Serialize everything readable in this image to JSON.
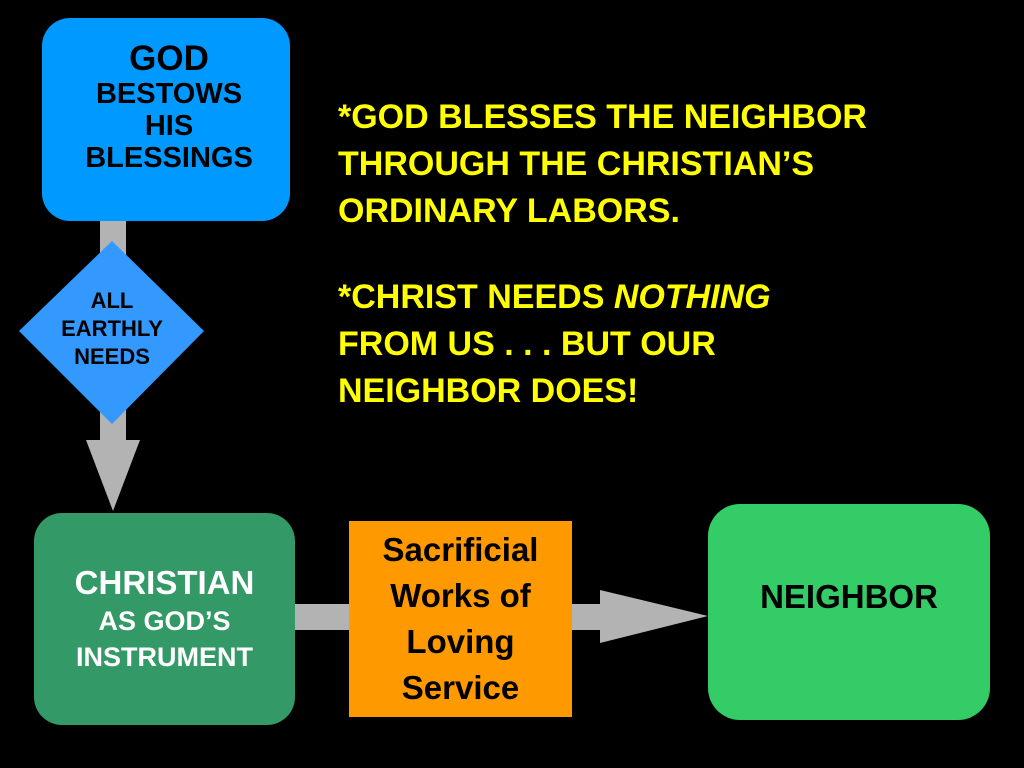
{
  "god_box": {
    "line1": "GOD",
    "line2": "BESTOWS",
    "line3": "HIS",
    "line4": "BLESSINGS",
    "color": "#0099ff"
  },
  "needs_diamond": {
    "line1": "ALL",
    "line2": "EARTHLY",
    "line3": "NEEDS",
    "color": "#3399ff"
  },
  "christian_box": {
    "line1": "CHRISTIAN",
    "line2": "AS GOD’S",
    "line3": "INSTRUMENT",
    "color": "#339966"
  },
  "sacrifice_box": {
    "line1": "Sacrificial",
    "line2": "Works of",
    "line3": "Loving",
    "line4": "Service",
    "color": "#ff9900"
  },
  "neighbor_box": {
    "label": "NEIGHBOR",
    "color": "#33cc66"
  },
  "messages": {
    "first": {
      "line1": "*GOD BLESSES THE NEIGHBOR",
      "line2": "THROUGH THE CHRISTIAN’S",
      "line3": "ORDINARY LABORS."
    },
    "second": {
      "line1_pre": "*CHRIST NEEDS ",
      "line1_emph": "NOTHING",
      "line2": "FROM US . . . BUT OUR",
      "line3": "NEIGHBOR DOES!"
    },
    "color": "#ffff00"
  },
  "connector_color": "#b3b3b3"
}
